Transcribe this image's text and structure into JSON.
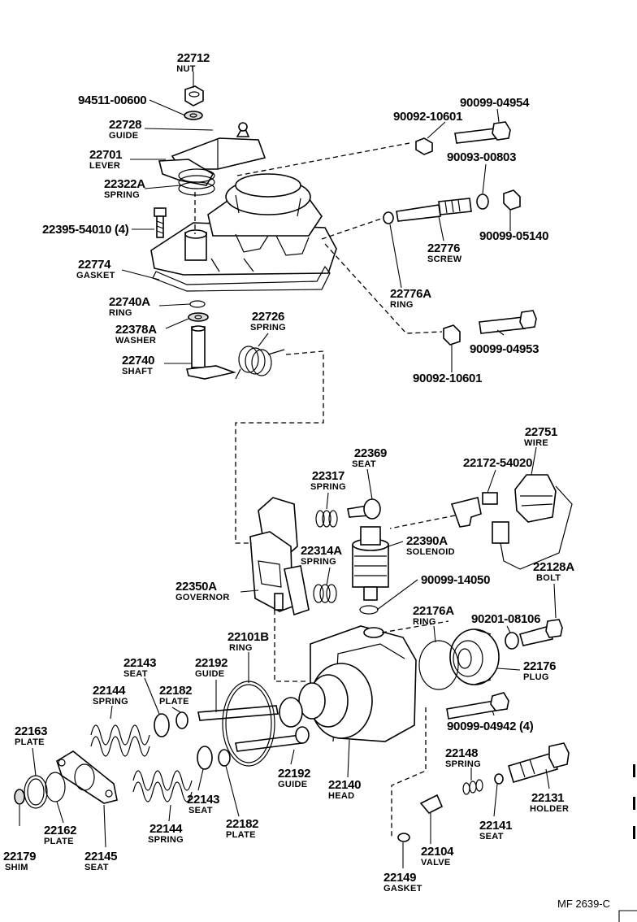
{
  "labels": [
    {
      "id": "l1",
      "part": "22712",
      "name": "NUT"
    },
    {
      "id": "l2",
      "part": "94511-00600",
      "name": ""
    },
    {
      "id": "l3",
      "part": "22728",
      "name": "GUIDE"
    },
    {
      "id": "l4",
      "part": "22701",
      "name": "LEVER"
    },
    {
      "id": "l5",
      "part": "22322A",
      "name": "SPRING"
    },
    {
      "id": "l6",
      "part": "22395-54010 (4)",
      "name": ""
    },
    {
      "id": "l7",
      "part": "22774",
      "name": "GASKET"
    },
    {
      "id": "l8",
      "part": "22740A",
      "name": "RING"
    },
    {
      "id": "l9",
      "part": "22378A",
      "name": "WASHER"
    },
    {
      "id": "l10",
      "part": "22740",
      "name": "SHAFT"
    },
    {
      "id": "l11",
      "part": "22726",
      "name": "SPRING"
    },
    {
      "id": "l12",
      "part": "90092-10601",
      "name": ""
    },
    {
      "id": "l13",
      "part": "90099-04954",
      "name": ""
    },
    {
      "id": "l14",
      "part": "90093-00803",
      "name": ""
    },
    {
      "id": "l15",
      "part": "22776",
      "name": "SCREW"
    },
    {
      "id": "l16",
      "part": "90099-05140",
      "name": ""
    },
    {
      "id": "l17",
      "part": "22776A",
      "name": "RING"
    },
    {
      "id": "l18",
      "part": "90099-04953",
      "name": ""
    },
    {
      "id": "l19",
      "part": "90092-10601",
      "name": ""
    },
    {
      "id": "l20",
      "part": "22751",
      "name": "WIRE"
    },
    {
      "id": "l21",
      "part": "22369",
      "name": "SEAT"
    },
    {
      "id": "l22",
      "part": "22317",
      "name": "SPRING"
    },
    {
      "id": "l23",
      "part": "22172-54020",
      "name": ""
    },
    {
      "id": "l24",
      "part": "22390A",
      "name": "SOLENOID"
    },
    {
      "id": "l25",
      "part": "22314A",
      "name": "SPRING"
    },
    {
      "id": "l26",
      "part": "22350A",
      "name": "GOVERNOR"
    },
    {
      "id": "l27",
      "part": "90099-14050",
      "name": ""
    },
    {
      "id": "l28",
      "part": "22128A",
      "name": "BOLT"
    },
    {
      "id": "l29",
      "part": "90201-08106",
      "name": ""
    },
    {
      "id": "l30",
      "part": "22176A",
      "name": "RING"
    },
    {
      "id": "l31",
      "part": "22101B",
      "name": "RING"
    },
    {
      "id": "l32",
      "part": "22176",
      "name": "PLUG"
    },
    {
      "id": "l33",
      "part": "22192",
      "name": "GUIDE"
    },
    {
      "id": "l34",
      "part": "22143",
      "name": "SEAT"
    },
    {
      "id": "l35",
      "part": "22182",
      "name": "PLATE"
    },
    {
      "id": "l36",
      "part": "22144",
      "name": "SPRING"
    },
    {
      "id": "l37",
      "part": "22163",
      "name": "PLATE"
    },
    {
      "id": "l38",
      "part": "90099-04942 (4)",
      "name": ""
    },
    {
      "id": "l39",
      "part": "22148",
      "name": "SPRING"
    },
    {
      "id": "l40",
      "part": "22192",
      "name": "GUIDE"
    },
    {
      "id": "l41",
      "part": "22140",
      "name": "HEAD"
    },
    {
      "id": "l42",
      "part": "22131",
      "name": "HOLDER"
    },
    {
      "id": "l43",
      "part": "22143",
      "name": "SEAT"
    },
    {
      "id": "l44",
      "part": "22141",
      "name": "SEAT"
    },
    {
      "id": "l45",
      "part": "22162",
      "name": "PLATE"
    },
    {
      "id": "l46",
      "part": "22182",
      "name": "PLATE"
    },
    {
      "id": "l47",
      "part": "22144",
      "name": "SPRING"
    },
    {
      "id": "l48",
      "part": "22104",
      "name": "VALVE"
    },
    {
      "id": "l49",
      "part": "22179",
      "name": "SHIM"
    },
    {
      "id": "l50",
      "part": "22145",
      "name": "SEAT"
    },
    {
      "id": "l51",
      "part": "22149",
      "name": "GASKET"
    }
  ],
  "drawing_code": "MF  2639-C"
}
